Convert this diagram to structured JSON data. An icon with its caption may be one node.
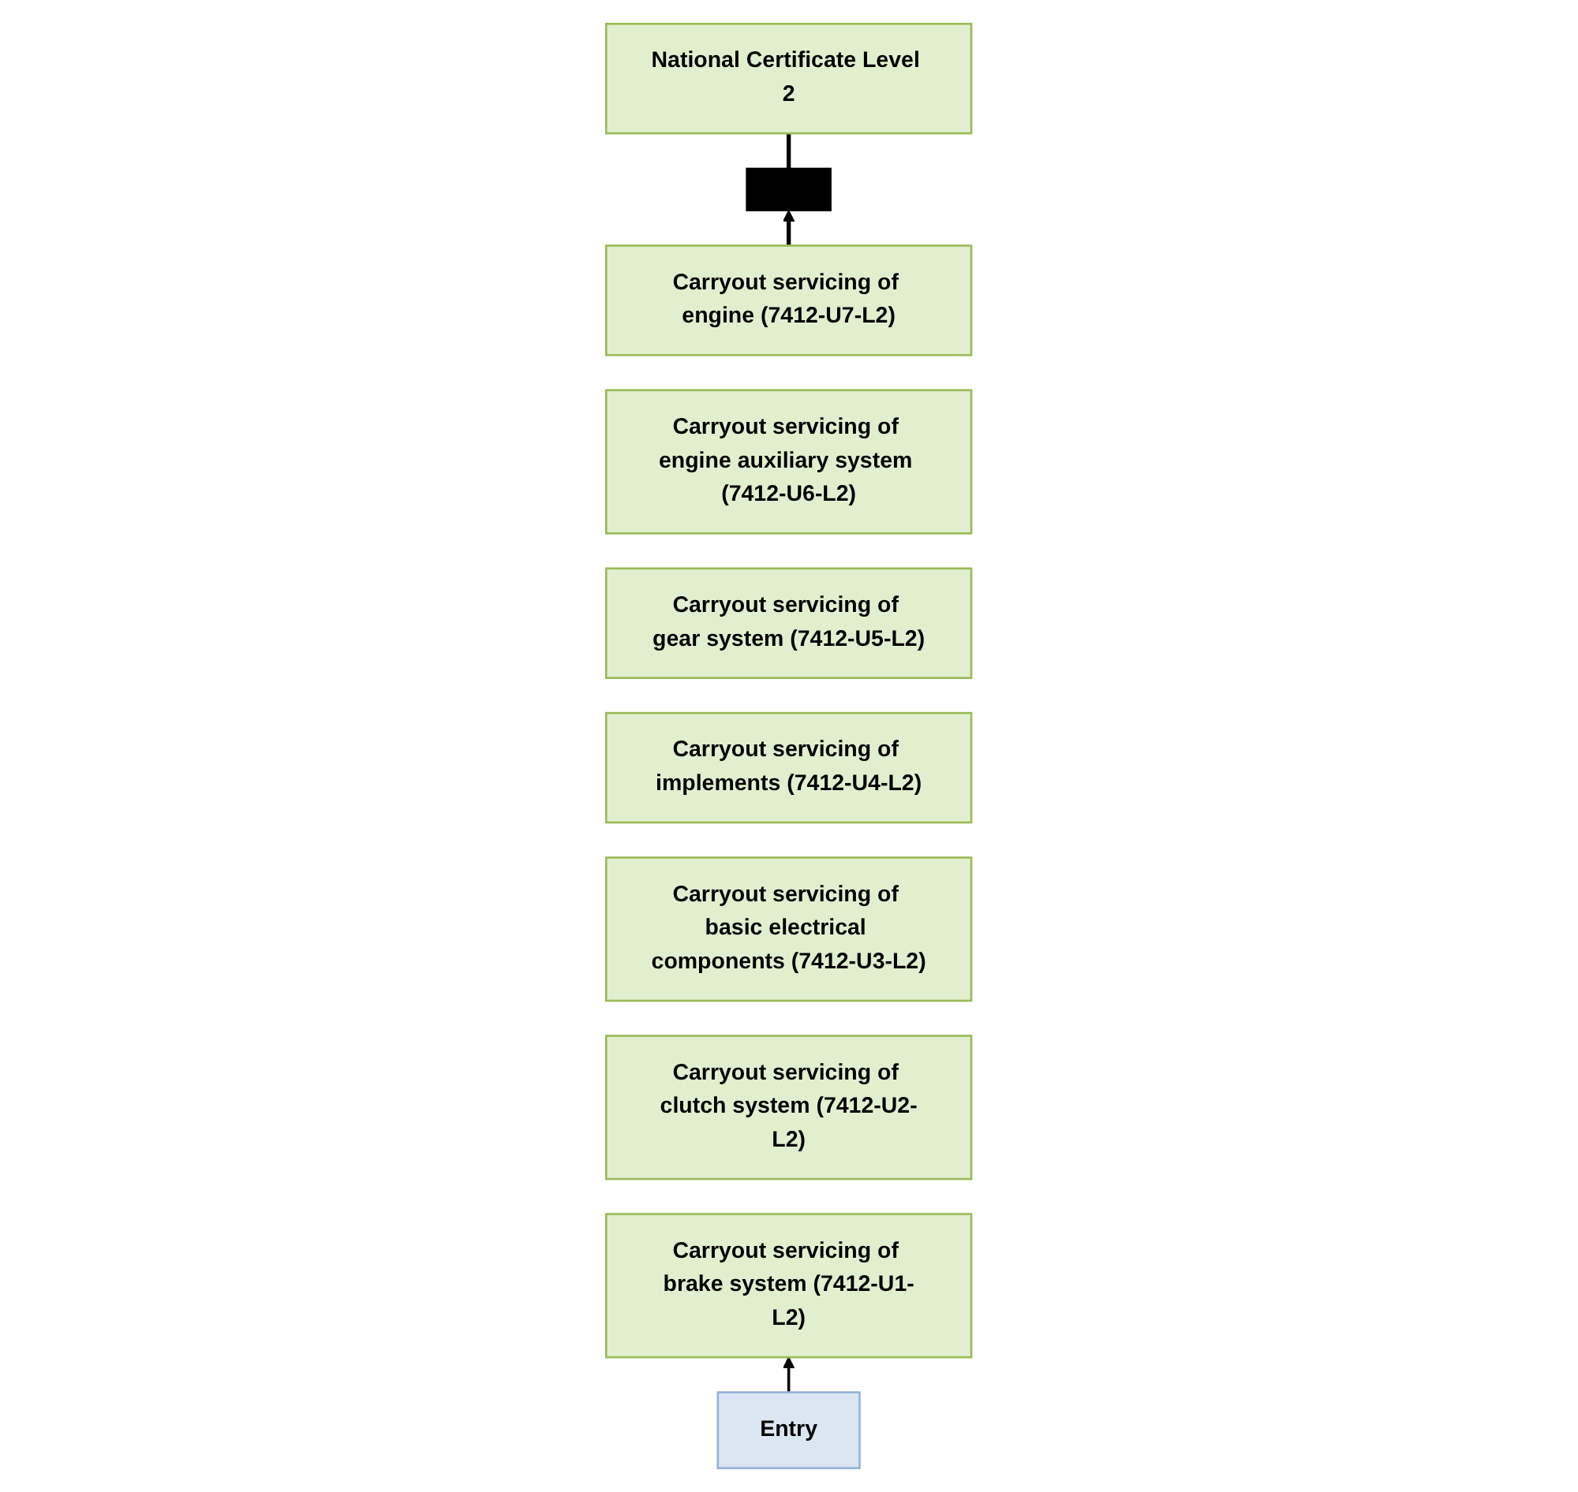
{
  "diagram": {
    "nodes": [
      {
        "text": [],
        "shape": "bar"
      },
      {
        "text": [
          "National Certificate Level 2"
        ]
      },
      {
        "text": [
          "Carryout servicing of engine (7412-U7-L2)"
        ]
      },
      {
        "text": [
          "Carryout servicing of engine auxiliary system (7412-U6-L2)"
        ]
      },
      {
        "text": [
          "Carryout servicing of gear system (7412-U5-L2)"
        ]
      },
      {
        "text": [
          "Carryout servicing of implements (7412-U4-L2)"
        ]
      },
      {
        "text": [
          "Carryout servicing of basic electrical components (7412-U3-L2)"
        ]
      },
      {
        "text": [
          "Carryout servicing of clutch system (7412-U2-L2)"
        ]
      },
      {
        "text": [
          "Carryout servicing of brake system (7412-U1-L2)"
        ]
      },
      {
        "text": [
          "Entry"
        ]
      }
    ],
    "edges": [
      {
        "from": 9,
        "to": 8,
        "arrow": "to"
      },
      {
        "from": 2,
        "to": 0,
        "arrow": "to"
      },
      {
        "from": 0,
        "to": 1,
        "arrow": "none"
      }
    ]
  }
}
